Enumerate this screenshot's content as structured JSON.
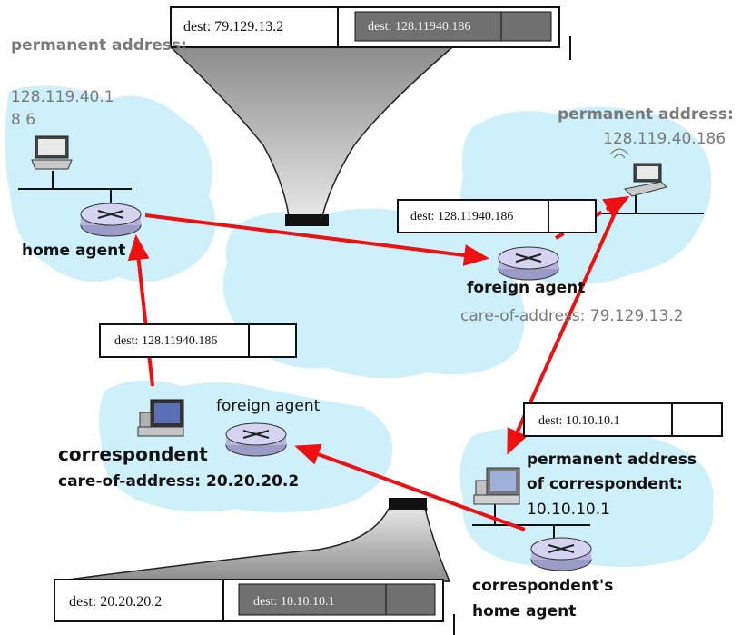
{
  "home_network": {
    "permanent_address_label": "permanent address:",
    "permanent_address_value": "128.119.40.18 6",
    "home_agent_label": "home agent"
  },
  "visited_network": {
    "permanent_address_label": "permanent address:",
    "permanent_address_value": "128.119.40.186",
    "foreign_agent_label": "foreign agent",
    "care_of_address": "care-of-address: 79.129.13.2"
  },
  "correspondent_side": {
    "correspondent_label": "correspondent",
    "care_of_address": "care-of-address: 20.20.20.2",
    "foreign_agent_label": "foreign agent"
  },
  "correspondent_home": {
    "permanent_address_line1": "permanent address",
    "permanent_address_line2": "of correspondent:",
    "permanent_address_line3": "10.10.10.1",
    "home_agent_line1": "correspondent's",
    "home_agent_line2": "home agent"
  },
  "packets": {
    "top_outer": "dest: 79.129.13.2",
    "top_inner": "dest: 128.11940.186",
    "foreign_delivered": "dest: 128.11940.186",
    "home_forwarded": "dest: 128.11940.186",
    "correspondent_reply": "dest: 10.10.10.1",
    "bottom_outer": "dest: 20.20.20.2",
    "bottom_inner": "dest: 10.10.10.1"
  },
  "colors": {
    "network_fill": "#cdf0fa",
    "arrow": "#ee1111",
    "funnel_fill": "#a8a8a8",
    "inner_packet": "#707070"
  }
}
